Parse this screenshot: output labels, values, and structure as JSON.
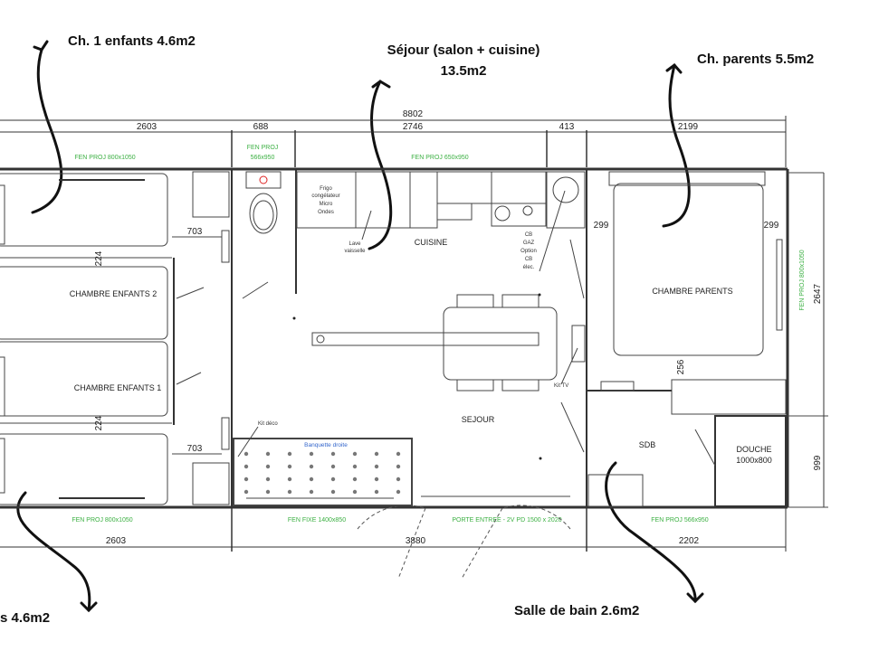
{
  "annotations": {
    "ch1_enfants": "Ch. 1 enfants 4.6m2",
    "sejour_line1": "Séjour (salon + cuisine)",
    "sejour_line2": "13.5m2",
    "ch_parents": "Ch. parents 5.5m2",
    "ch2_enfants_partial": "s 4.6m2",
    "salle_de_bain": "Salle de bain 2.6m2"
  },
  "dimensions": {
    "total_length": "8802",
    "top": [
      "2603",
      "688",
      "2746",
      "413",
      "2199"
    ],
    "bottom": [
      "2603",
      "3880",
      "2202"
    ],
    "right_height": "2647",
    "right_sdb": "999",
    "corridor_1": "703",
    "corridor_2": "703",
    "gap_1": "224",
    "gap_2": "224",
    "bed_side_left": "299",
    "bed_side_right": "299",
    "bed_gap": "256"
  },
  "windows": {
    "top_1": "FEN PROJ 800x1050",
    "top_2_line1": "FEN PROJ",
    "top_2_line2": "566x950",
    "top_3": "FEN PROJ 650x950",
    "right": "FEN PROJ 800x1050",
    "bottom_1": "FEN PROJ 800x1050",
    "bottom_2": "FEN FIXE 1400x850",
    "bottom_3": "PORTE ENTREE - 2V PD 1500 x 2020",
    "bottom_4": "FEN PROJ 566x950"
  },
  "rooms": {
    "chambre_enfants_2": "CHAMBRE ENFANTS 2",
    "chambre_enfants_1": "CHAMBRE ENFANTS 1",
    "cuisine": "CUISINE",
    "sejour": "SEJOUR",
    "chambre_parents": "CHAMBRE PARENTS",
    "sdb": "SDB",
    "douche_line1": "DOUCHE",
    "douche_line2": "1000x800"
  },
  "labels": {
    "frigo": [
      "Frigo",
      "congélateur",
      "Micro",
      "Ondes"
    ],
    "lave": [
      "Lave",
      "vaisselle"
    ],
    "cb": [
      "CB",
      "GAZ",
      "Option",
      "CB",
      "élec."
    ],
    "kit_tv": "Kit TV",
    "kit_deco": "Kit déco",
    "banquette": "Banquette droite"
  },
  "colors": {
    "window_label": "#3cb043",
    "furniture_label": "#3366cc",
    "wall": "#333333"
  }
}
